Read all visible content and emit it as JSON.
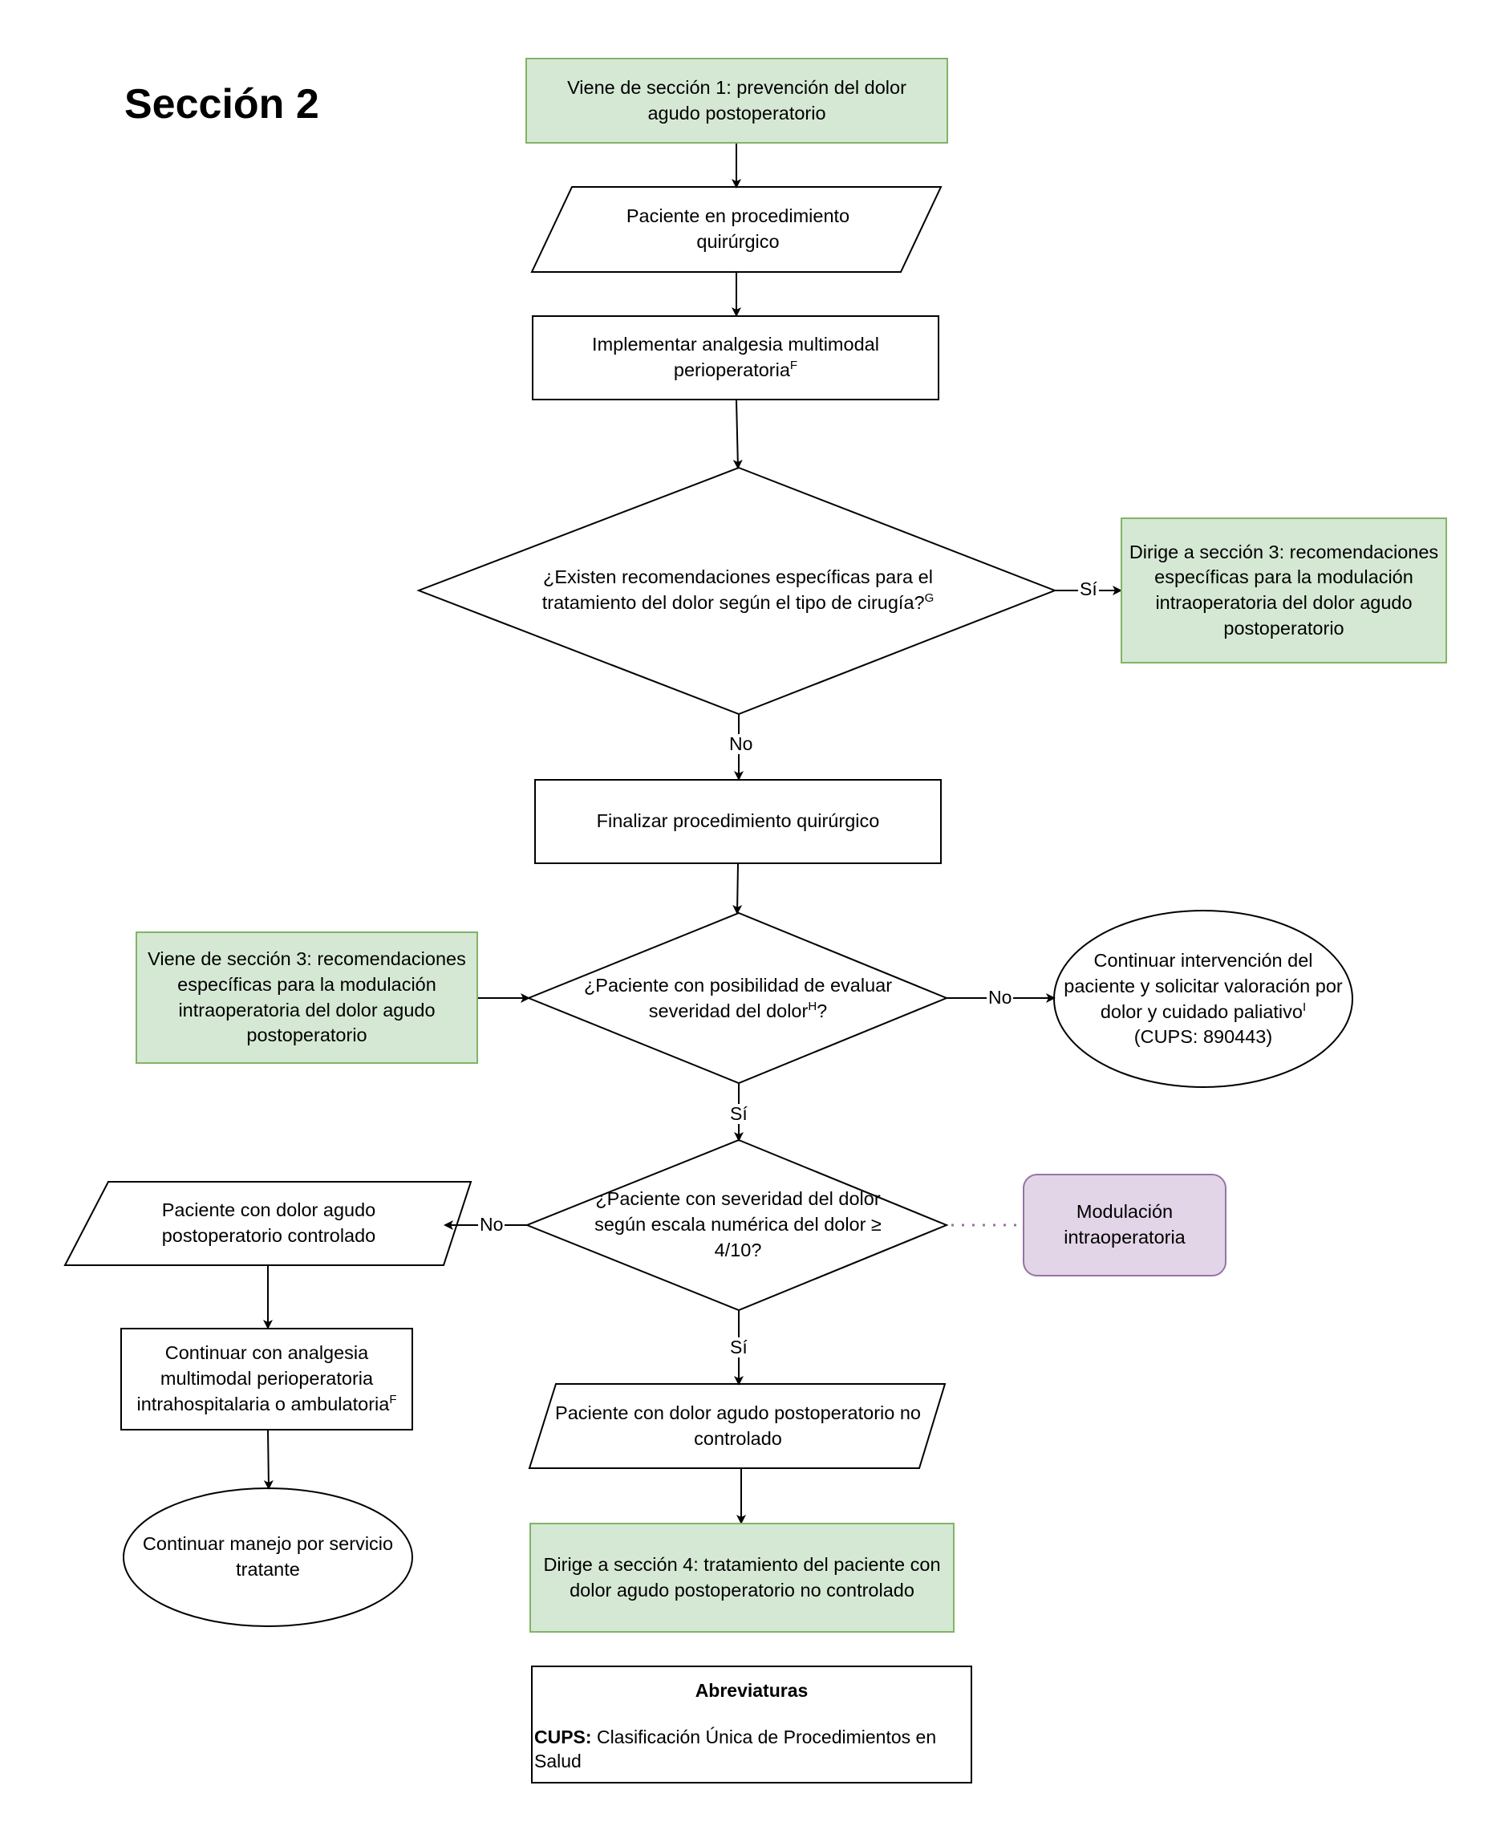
{
  "title": "Sección 2",
  "nodes": {
    "from_section1": "Viene de sección 1: prevención del dolor agudo postoperatorio",
    "patient_in_surgery": "Paciente en procedimiento quirúrgico",
    "multimodal_analgesia": "Implementar analgesia multimodal perioperatoria",
    "multimodal_analgesia_sup": "F",
    "specific_recommendations_q": "¿Existen recomendaciones específicas para el tratamiento del dolor según el tipo de cirugía?",
    "specific_recommendations_q_sup": "G",
    "to_section3": "Dirige a sección 3: recomendaciones específicas para la modulación intraoperatoria del dolor agudo postoperatorio",
    "finish_surgery": "Finalizar procedimiento quirúrgico",
    "from_section3": "Viene de sección 3: recomendaciones específicas para la modulación intraoperatoria del dolor agudo postoperatorio",
    "evaluate_severity_q": "¿Paciente con posibilidad de evaluar severidad del dolor",
    "evaluate_severity_q_sup": "H",
    "evaluate_severity_q_end": "?",
    "palliative": "Continuar intervención del paciente y solicitar valoración por dolor y cuidado paliativo",
    "palliative_sup": "I",
    "palliative_cups": "(CUPS: 890443)",
    "severity_scale_q": "¿Paciente con severidad del dolor según escala numérica del dolor ≥ 4/10?",
    "intraop_modulation": "Modulación intraoperatoria",
    "controlled_pain": "Paciente con dolor agudo postoperatorio controlado",
    "continue_analgesia": "Continuar con analgesia multimodal perioperatoria intrahospitalaria o ambulatoria",
    "continue_analgesia_sup": "F",
    "continue_service": "Continuar manejo por servicio tratante",
    "uncontrolled_pain": "Paciente con dolor agudo postoperatorio no controlado",
    "to_section4": "Dirige a sección 4: tratamiento del paciente con dolor agudo postoperatorio no controlado"
  },
  "edge_labels": {
    "si_section3": "Sí",
    "no_finish": "No",
    "no_palliative": "No",
    "si_severity": "Sí",
    "no_controlled": "No",
    "si_uncontrolled": "Sí"
  },
  "abbreviations": {
    "heading": "Abreviaturas",
    "term": "CUPS:",
    "definition": " Clasificación Única de Procedimientos en Salud"
  },
  "colors": {
    "green_fill": "#d5e8d4",
    "green_border": "#82b366",
    "purple_fill": "#e1d5e7",
    "purple_border": "#9673a6"
  }
}
